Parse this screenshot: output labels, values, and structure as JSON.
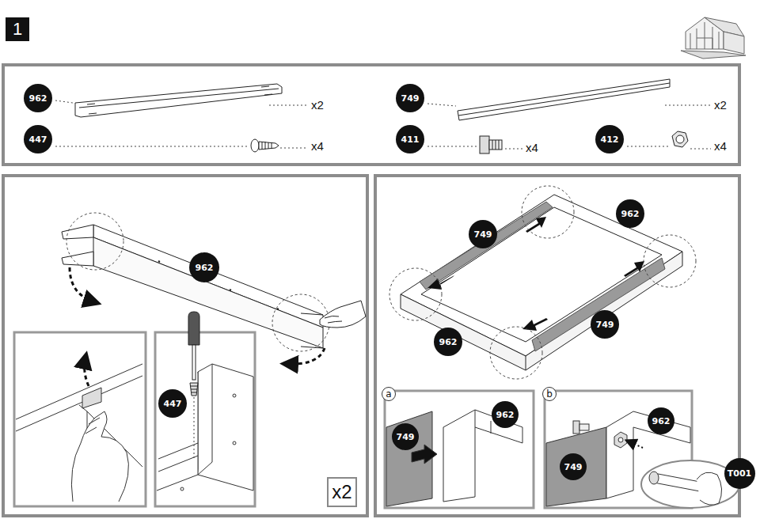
{
  "diagram": {
    "nodes": [
      {
        "text": [
          "1"
        ]
      },
      {
        "text": [
          "962"
        ]
      },
      {
        "text": [
          "749"
        ]
      },
      {
        "text": [
          "447"
        ]
      },
      {
        "text": [
          "411"
        ]
      },
      {
        "text": [
          "412"
        ]
      },
      {
        "text": [
          "962"
        ]
      },
      {
        "text": [
          "447"
        ]
      },
      {
        "text": [
          "x2"
        ]
      },
      {
        "text": [
          "749"
        ]
      },
      {
        "text": [
          "962"
        ]
      },
      {
        "text": [
          "962"
        ]
      },
      {
        "text": [
          "749"
        ]
      },
      {
        "text": [
          "a"
        ]
      },
      {
        "text": [
          "749"
        ]
      },
      {
        "text": [
          "962"
        ]
      },
      {
        "text": [
          "b"
        ]
      },
      {
        "text": [
          "962"
        ]
      },
      {
        "text": [
          "749"
        ]
      },
      {
        "text": [
          "T001"
        ]
      }
    ],
    "labels": [
      "x2",
      "x2",
      "x4",
      "x4",
      "x4"
    ]
  }
}
